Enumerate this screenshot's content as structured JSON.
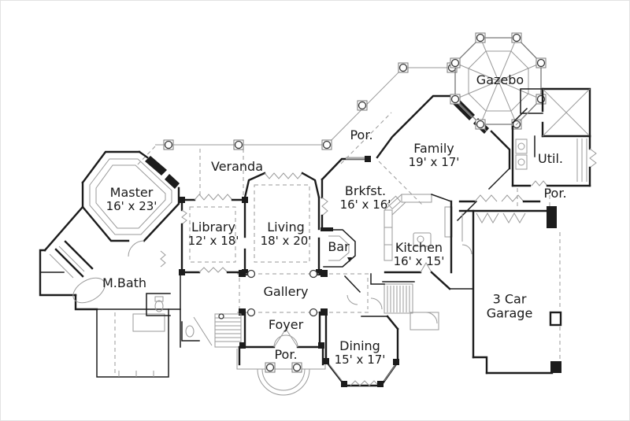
{
  "rooms": {
    "master": {
      "name": "Master",
      "dims": "16' x 23'"
    },
    "library": {
      "name": "Library",
      "dims": "12' x 18'"
    },
    "living": {
      "name": "Living",
      "dims": "18' x 20'"
    },
    "breakfast": {
      "name": "Brkfst.",
      "dims": "16' x 16'"
    },
    "family": {
      "name": "Family",
      "dims": "19' x 17'"
    },
    "kitchen": {
      "name": "Kitchen",
      "dims": "16' x 15'"
    },
    "dining": {
      "name": "Dining",
      "dims": "15' x 17'"
    },
    "garage": {
      "line1": "3 Car",
      "line2": "Garage"
    },
    "veranda": {
      "name": "Veranda"
    },
    "gazebo": {
      "name": "Gazebo"
    },
    "utility": {
      "name": "Util."
    },
    "bar": {
      "name": "Bar"
    },
    "master_bath": {
      "name": "M.Bath"
    },
    "gallery": {
      "name": "Gallery"
    },
    "foyer": {
      "name": "Foyer"
    },
    "porch_top": {
      "name": "Por."
    },
    "porch_right": {
      "name": "Por."
    },
    "porch_bottom": {
      "name": "Por."
    }
  },
  "colors": {
    "background": "#ffffff",
    "wall": "#1c1c1c",
    "detail": "#9a9a9a",
    "label": "#1a1a1a"
  }
}
